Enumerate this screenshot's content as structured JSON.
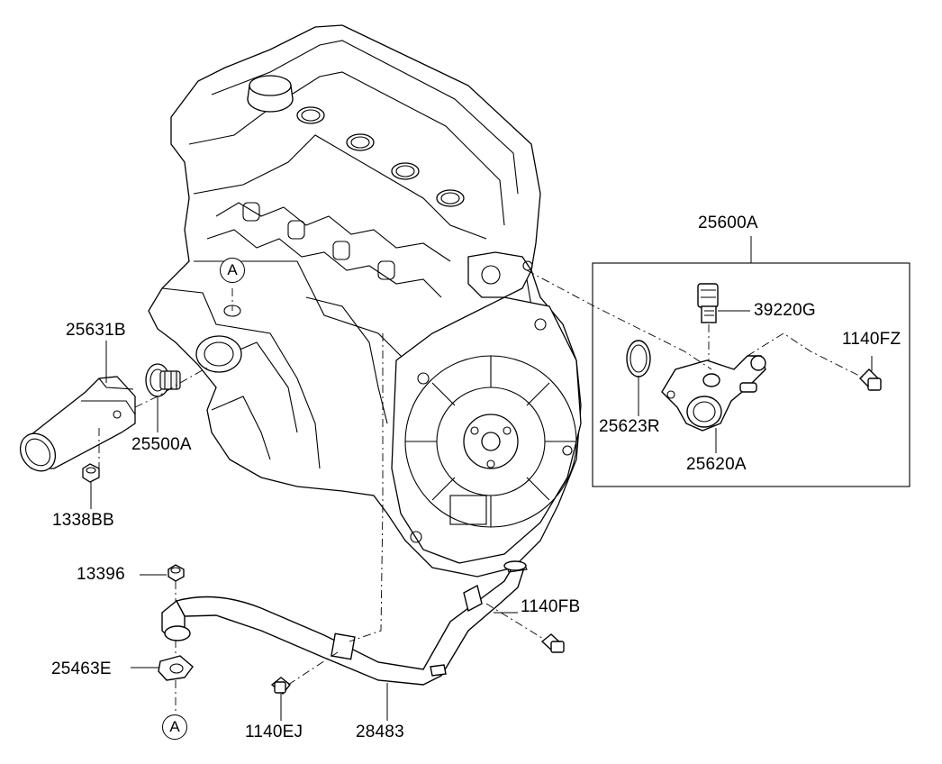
{
  "diagram": {
    "assembly_label": "25600A",
    "callout_marker": "A",
    "parts": {
      "p25631B": "25631B",
      "p25500A": "25500A",
      "p1338BB": "1338BB",
      "p39220G": "39220G",
      "p1140FZ": "1140FZ",
      "p25623R": "25623R",
      "p25620A": "25620A",
      "p13396": "13396",
      "p1140FB": "1140FB",
      "p25463E": "25463E",
      "p1140EJ": "1140EJ",
      "p28483": "28483"
    }
  },
  "colors": {
    "line": "#000000",
    "background": "#ffffff"
  }
}
